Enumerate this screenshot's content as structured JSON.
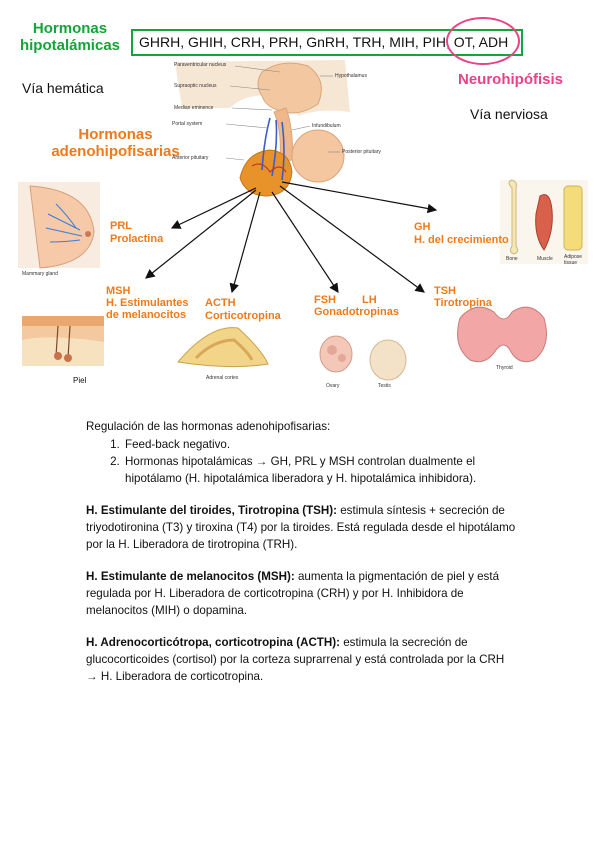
{
  "header": {
    "hypothalamic_title": "Hormonas hipotalámicas",
    "hormone_list": "GHRH, GHIH, CRH, PRH, GnRH, TRH, MIH, PIH, OT, ADH",
    "via_hematica": "Vía hemática",
    "neurohipofisis": "Neurohipófisis",
    "via_nerviosa": "Vía nerviosa",
    "adeno_title": "Hormonas adenohipofisarias"
  },
  "pituitary_labels": {
    "paraventricular": "Paraventricular nucleus",
    "supraoptic": "Supraoptic nucleus",
    "hypothalamus": "Hypothalamus",
    "median_eminence": "Median eminence",
    "portal_system": "Portal system",
    "infundibulum": "Infundibulum",
    "posterior": "Posterior pituitary",
    "anterior": "Anterior pituitary"
  },
  "targets": {
    "prl_code": "PRL",
    "prl_name": "Prolactina",
    "mammary": "Mammary gland",
    "gh_code": "GH",
    "gh_name": "H. del crecimiento",
    "bone": "Bone",
    "muscle": "Muscle",
    "adipose": "Adipose tissue",
    "msh_code": "MSH",
    "msh_name1": "H. Estimulantes",
    "msh_name2": "de melanocitos",
    "skin": "Piel",
    "acth_code": "ACTH",
    "acth_name": "Corticotropina",
    "adrenal": "Adrenal cortex",
    "fsh_code": "FSH",
    "lh_code": "LH",
    "gonado": "Gonadotropinas",
    "ovary": "Ovary",
    "testis": "Testis",
    "tsh_code": "TSH",
    "tsh_name": "Tirotropina",
    "thyroid": "Thyroid"
  },
  "text": {
    "regulation_title": "Regulación de las hormonas adenohipofisarias:",
    "item1": "Feed-back negativo.",
    "item2": "Hormonas hipotalámicas → GH, PRL y MSH controlan dualmente el hipotálamo (H. hipotalámica liberadora y H. hipotalámica inhibidora).",
    "tsh_bold": "H. Estimulante del tiroides, Tirotropina (TSH):",
    "tsh_text": " estimula síntesis + secreción de triyodotironina (T3) y tiroxina (T4) por la tiroides. Está regulada desde el hipotálamo por la H. Liberadora de tirotropina (TRH).",
    "msh_bold": "H. Estimulante de melanocitos (MSH):",
    "msh_text": " aumenta la pigmentación de piel y está regulada por H. Liberadora de corticotropina (CRH) y por H. Inhibidora de melanocitos (MIH) o dopamina.",
    "acth_bold": "H. Adrenocorticótropa, corticotropina (ACTH):",
    "acth_text": " estimula la secreción de glucocorticoides (cortisol) por la corteza suprarrenal y está controlada por la CRH → H. Liberadora de corticotropina."
  }
}
